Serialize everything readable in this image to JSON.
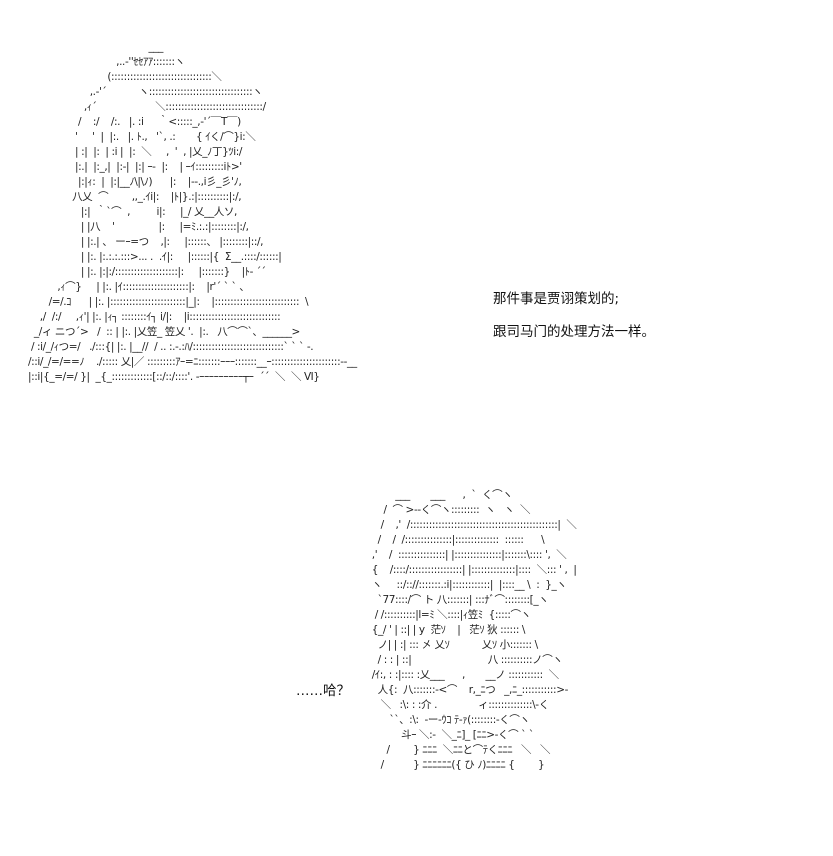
{
  "captions": {
    "line1": "那件事是贾诩策划的;",
    "line2": "跟司马门的处理方法一样。",
    "reply": "……哈？"
  },
  "art": {
    "top": "                                         ___\n                              ,..-''ｾｾｱｱ:::::::ヽ\n                           (::::::::::::::::::::::::::::::::＼\n                     ,.-'´           ヽ:::::::::::::::::::::::::::::::::ヽ\n                   ,ｨ´                    ＼:::::::::::::::::::::::::::::::/\n                 /    :/    /:.   |. :i     ｀<:::::_,-'´￣T￣)\n                '     '  |  |:.   |. ﾄ.,   '`, .:       { ｲく/⌒}i:＼\n                | :|  |:  | :i |  |:  ＼     ,  '  , |乂_ﾉ丁}ﾂi:/\n                |:.|  |:_,|  |:-|  |:| ｰ-  |:    | ｰｲ:::::::::iﾄ>'\n                 |:|ｨ:  |  |:|__ﾉ\\|\\ﾉ)      |:    |--.,i彡_彡'ﾉ,\n               八乂  ⌒        ,,_.ｲi|:    |ﾄ|}.:|::::::::::|:/,\n                  |:|  ｀`⌒  ,         i|:     |_/ 乂__人ソ,\n                  | |八    '               |:     |=ﾐ.:.:|::::::::|:/,\n                  | |:.| 、 ーｰ=つ    ,|:     |::::::、 |::::::::|::/,\n                  | |:. |:.:.:.:::>... .  .ｲ|:     |::::::|{  Σ__.::::/::::::|\n                  | |:. |:|:/::::::::::::::::::::|:     |:::::::}    |ﾄ- ´´\n          ,ｨ⌒}     | |:. |ｲ:::::::::::::::::::::|:    |r'´ ` ` 、\n       /=/.ｺ      | |:. |::::::::::::::::::::::::|_|:    |:::::::::::::::::::::::::::  \\\n    ,/  /:/     ,ｨ'| |:. |ｨ┐ ::::::::ｲ┐ i/|:    |i:::::::::::::::::::::::::::::\n  _/ィ ニつ´>   /  :: | |:. |乂笠_ 笠乂 '.  |:.   八⌒⌒`、______>\n / :i/_/ｨつ=/   ./:::{| |:. |__//  / .. :.-.:ﾊ/:::::::::::::::::::::::::::::` ` ` -.\n/::i/_/=/==ﾉ    ./::::: 乂|／ :::::::::ｱｰ=ﾆ:::::::ｰｰｰ:::::::__ｰ::::::::::::::::::::::--__\n|::i|{_=/=/ }|  _{_:::::::::::::[::/::/::::'. -ｰｰｰｰｰｰｰｰｰ┬ｰ  ´´  ＼  ＼ Ⅵ}",
    "bottom": "            ___       ___      ,  `  く⌒ヽ\n        /  ⌒ >-‐く⌒ヽ:::::::::  ヽ   ヽ  ＼\n       /    ,'  /:::::::::::::::::::::::::::::::::::::::::::::::|  ＼\n      /    /  /:::::::::::::::|::::::::::::::  ::::::      \\\n    ,'    /  :::::::::::::::| |:::::::::::::::|:::::::\\:::: ',  ＼\n    {    /::::/:::::::::::::::::| |::::::::::::::|::::  ＼::: ' ,  |\n    ヽ     ::/:://:::::::.:i|::::::::::::|  |::::__ \\  :  }_ヽ\n      `77::::/⌒ ト 八:::::::| :::ﾅﾞ⌒::::::::[_ヽ\n     / /::::::::::|l=ﾐ ＼::::|ｨ笠ﾐ  {:::::⌒ヽ\n    {_/ ' | ::| | y  茫ｿ    |   茫ｿ 狄 :::::: \\\n      ノ| | :| ::: 㐅 乂ｿ           乂ｿ 小::::::: \\\n      / : : | ::|                          八 ::::::::::ノ⌒ヽ\n    /ｲ:, : :|:::: :乂___      ,       __ノ :::::::::::  ＼\n      人{:  八:::::::-<⌒    r,_ﾆつ   _,ﾆ_:::::::::::>‐\n       ＼   :\\: : :介 .              ィ::::::::::::::\\‐く\n          ``、:\\:  ‐ー-ｳｺ ﾃ‐ｧ(::::::::‐く⌒ヽ\n              斗ｰ ＼:-  ＼_ﾆ]_ [ﾆﾆ>‐く⌒ ` `\n         /        } ﾆﾆﾆ  ＼ﾆﾆと⌒ﾃくﾆﾆﾆ   ＼   ＼\n       /          } ﾆﾆﾆﾆﾆﾆ({ ひ ﾉ)ﾆﾆﾆﾆ {        }"
  }
}
